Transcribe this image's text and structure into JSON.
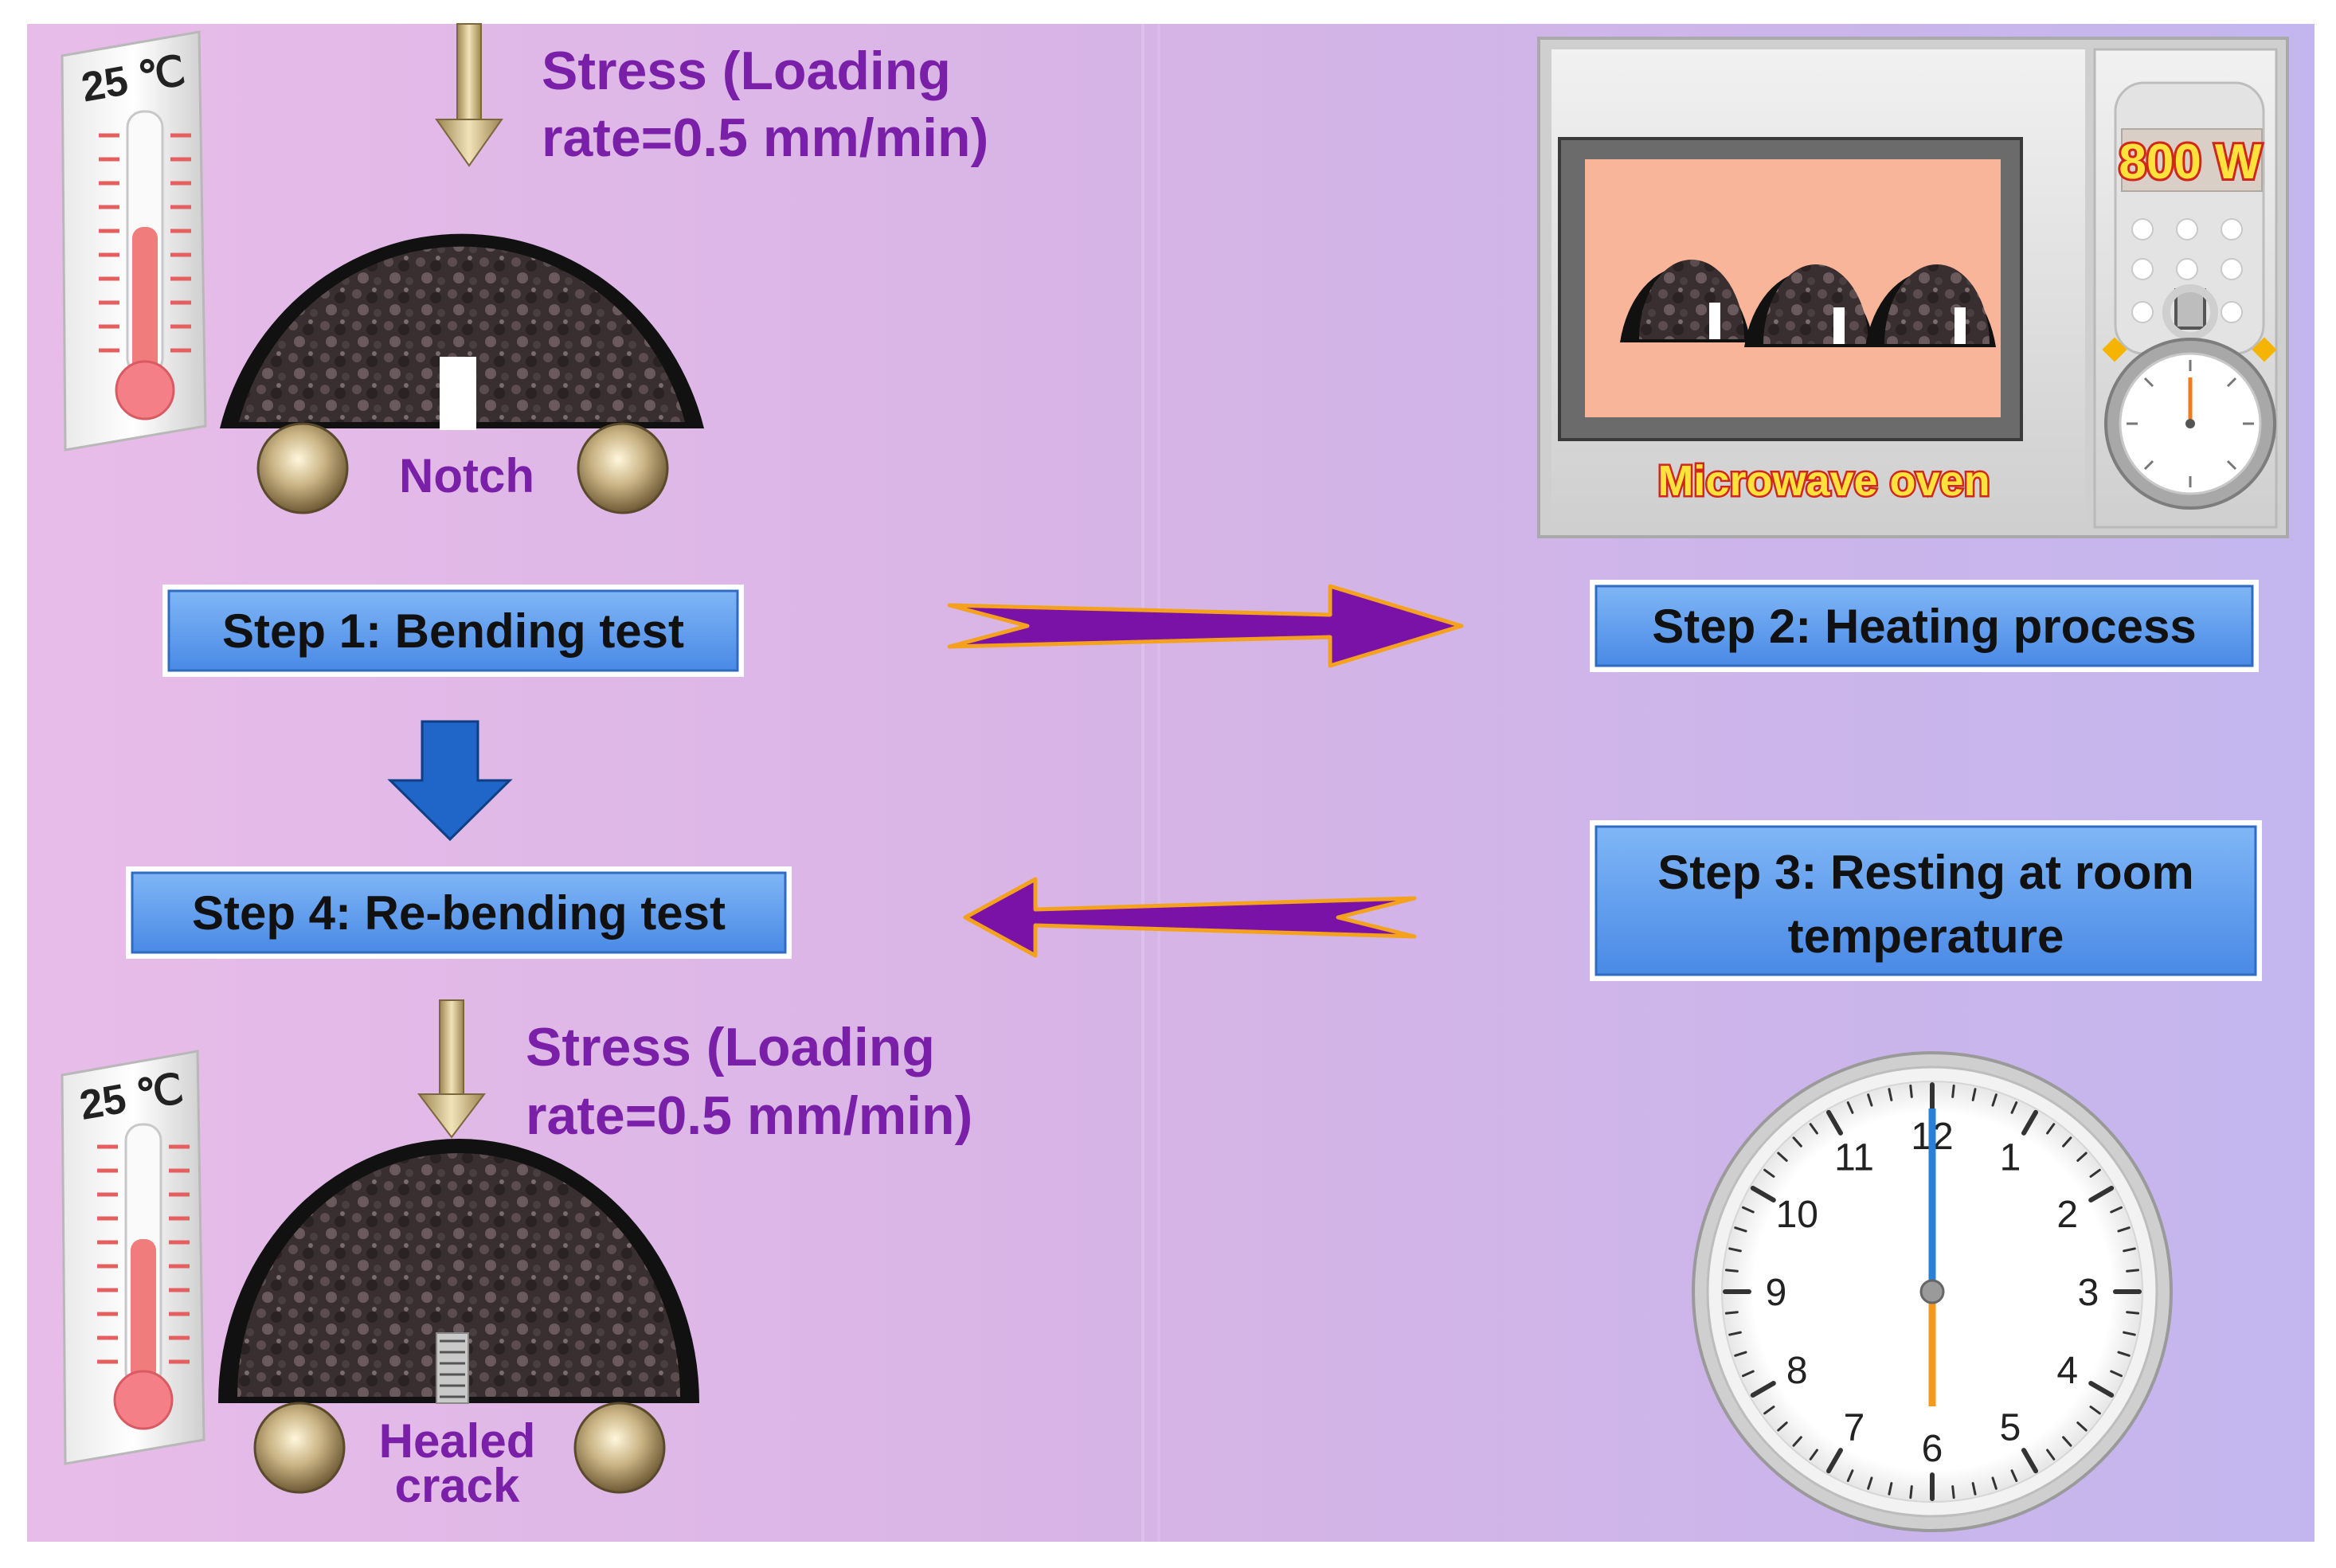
{
  "colors": {
    "background_left": "#e6b8e6",
    "background_right": "#c0b2ee",
    "step_box": "#5a9cf0",
    "arrow_purple": "#7a12a8",
    "arrow_outline": "#f4a21e",
    "down_arrow": "#1f66c8",
    "text_purple": "#7a1fa8"
  },
  "panel1": {
    "thermometer_label": "25 ℃",
    "stress_line1": "Stress (Loading",
    "stress_line2": "rate=0.5 mm/min)",
    "notch_label": "Notch"
  },
  "oven": {
    "power_label": "800 W",
    "name_label": "Microwave oven"
  },
  "steps": {
    "step1": "Step 1: Bending test",
    "step2": "Step 2: Heating process",
    "step3_line1": "Step 3: Resting at room",
    "step3_line2": "temperature",
    "step4": "Step 4: Re-bending test"
  },
  "panel4": {
    "thermometer_label": "25 ℃",
    "stress_line1": "Stress (Loading",
    "stress_line2": "rate=0.5 mm/min)",
    "crack_line1": "Healed",
    "crack_line2": "crack"
  },
  "clock": {
    "numbers": [
      "12",
      "1",
      "2",
      "3",
      "4",
      "5",
      "6",
      "7",
      "8",
      "9",
      "10",
      "11"
    ]
  },
  "icons": [
    "thermometer-icon",
    "stress-arrow-icon",
    "specimen-icon",
    "roller-icon",
    "microwave-oven-icon",
    "stopwatch-icon",
    "clock-icon",
    "flow-arrow-icon"
  ]
}
